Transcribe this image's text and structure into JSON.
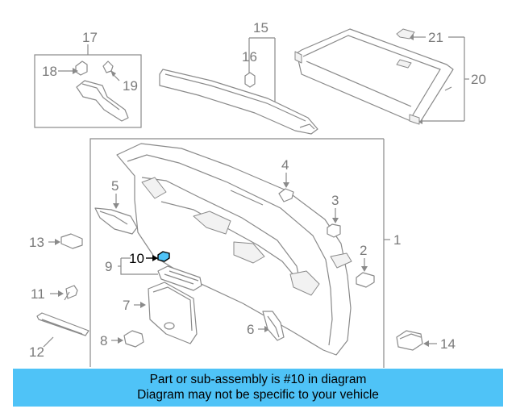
{
  "banner": {
    "line1": "Part or sub-assembly is #10 in diagram",
    "line2": "Diagram may not be specific to your vehicle"
  },
  "highlight": {
    "part": "10",
    "color": "#4fc3f7"
  },
  "callouts": {
    "c1": "1",
    "c2": "2",
    "c3": "3",
    "c4": "4",
    "c5": "5",
    "c6": "6",
    "c7": "7",
    "c8": "8",
    "c9": "9",
    "c10": "10",
    "c11": "11",
    "c12": "12",
    "c13": "13",
    "c14": "14",
    "c15": "15",
    "c16": "16",
    "c17": "17",
    "c18": "18",
    "c19": "19",
    "c20": "20",
    "c21": "21"
  }
}
